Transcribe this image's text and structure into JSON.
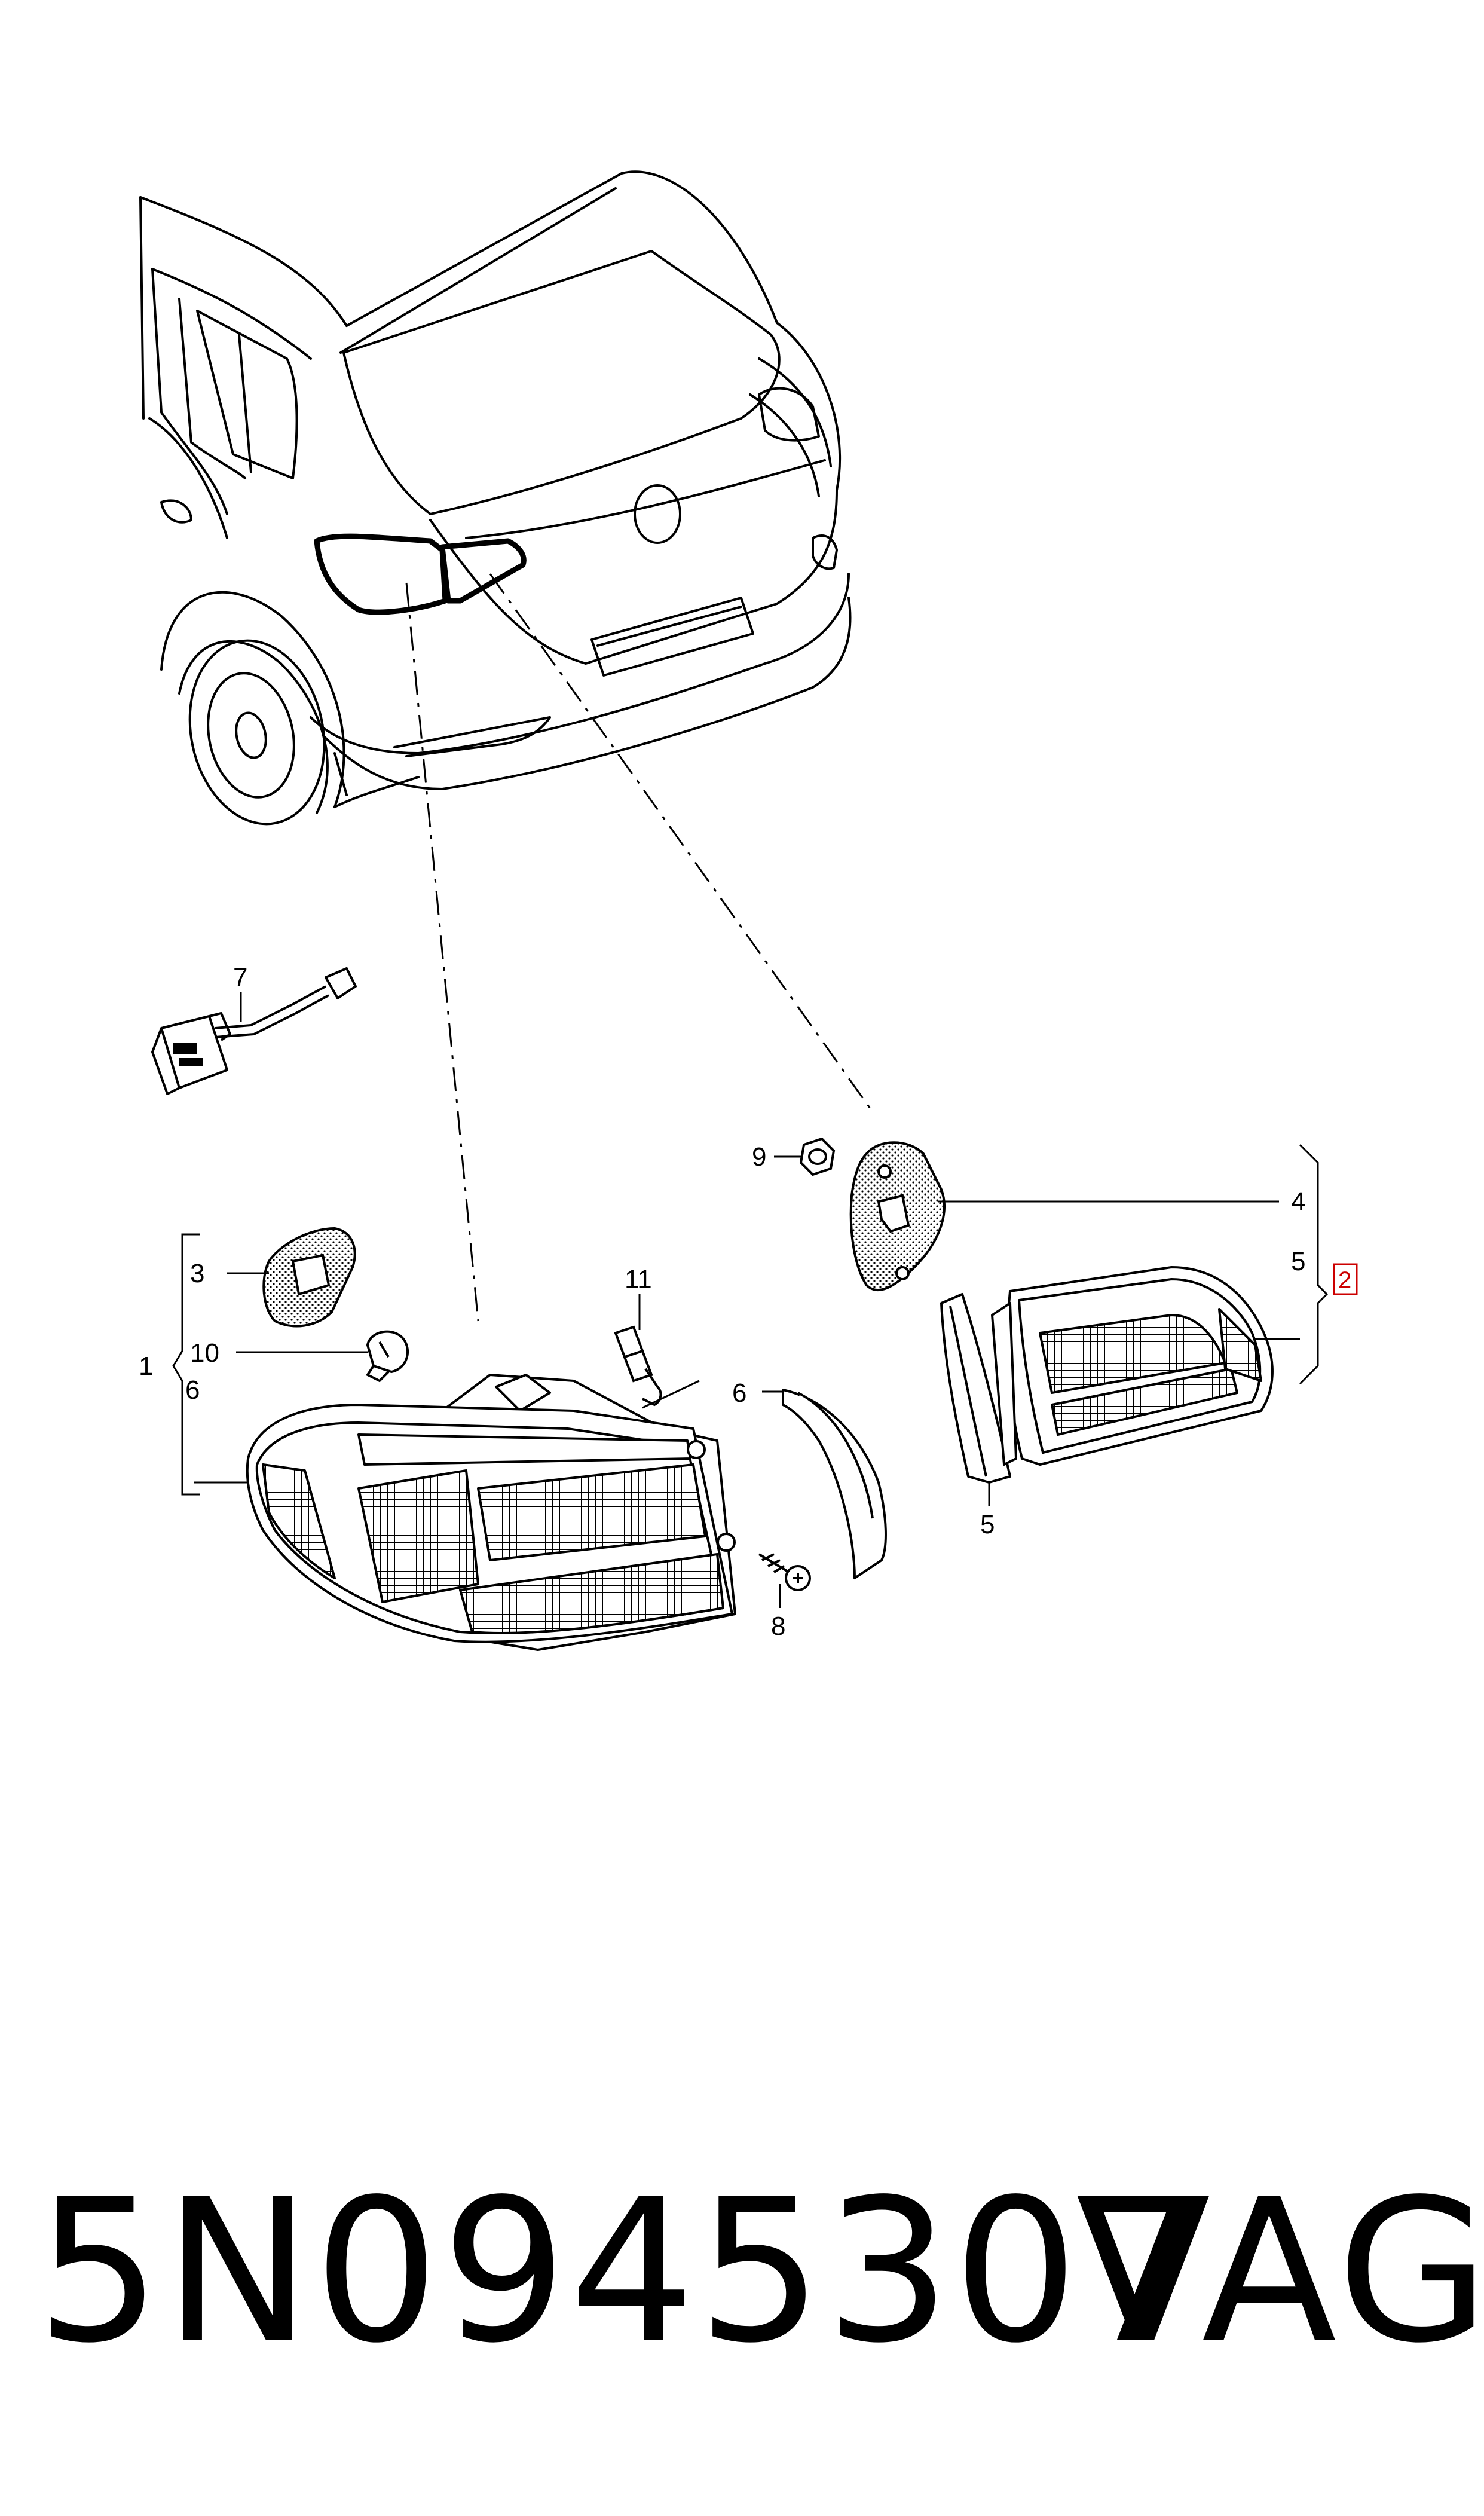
{
  "callouts": {
    "c1": "1",
    "c2": "2",
    "c3": "3",
    "c4": "4",
    "c5a": "5",
    "c5b": "5",
    "c6a": "6",
    "c6b": "6",
    "c7": "7",
    "c8": "8",
    "c9": "9",
    "c10": "10",
    "c11": "11"
  },
  "footer": {
    "part_number": "5N0945307",
    "brand": "VAG"
  },
  "colors": {
    "line": "#000000",
    "highlight_box": "#cc0000",
    "background": "#ffffff"
  }
}
